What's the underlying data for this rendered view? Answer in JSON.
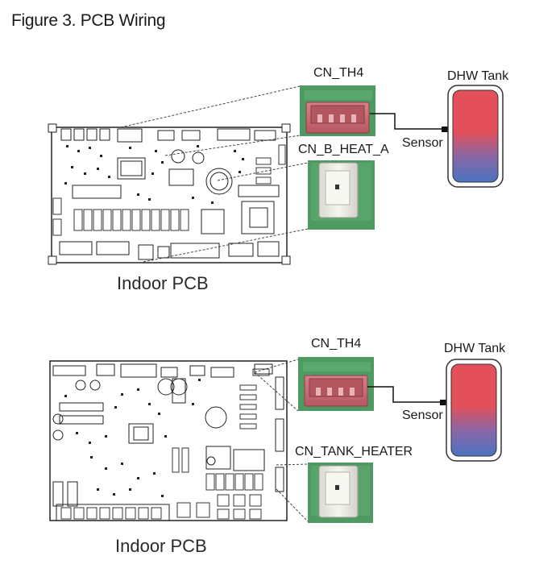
{
  "title": "Figure 3. PCB Wiring",
  "panels": [
    {
      "pcb_caption": "Indoor PCB",
      "connector_top": "CN_TH4",
      "connector_bottom": "CN_B_HEAT_A",
      "sensor_label": "Sensor",
      "tank_label": "DHW Tank"
    },
    {
      "pcb_caption": "Indoor PCB",
      "connector_top": "CN_TH4",
      "connector_bottom": "CN_TANK_HEATER",
      "sensor_label": "Sensor",
      "tank_label": "DHW Tank"
    }
  ],
  "colors": {
    "connector_pink": "#c86870",
    "connector_green_bg": "#4f9a63",
    "tank_hot": "#e4505a",
    "tank_cold": "#4a74c0",
    "pcb_line": "#222222"
  }
}
